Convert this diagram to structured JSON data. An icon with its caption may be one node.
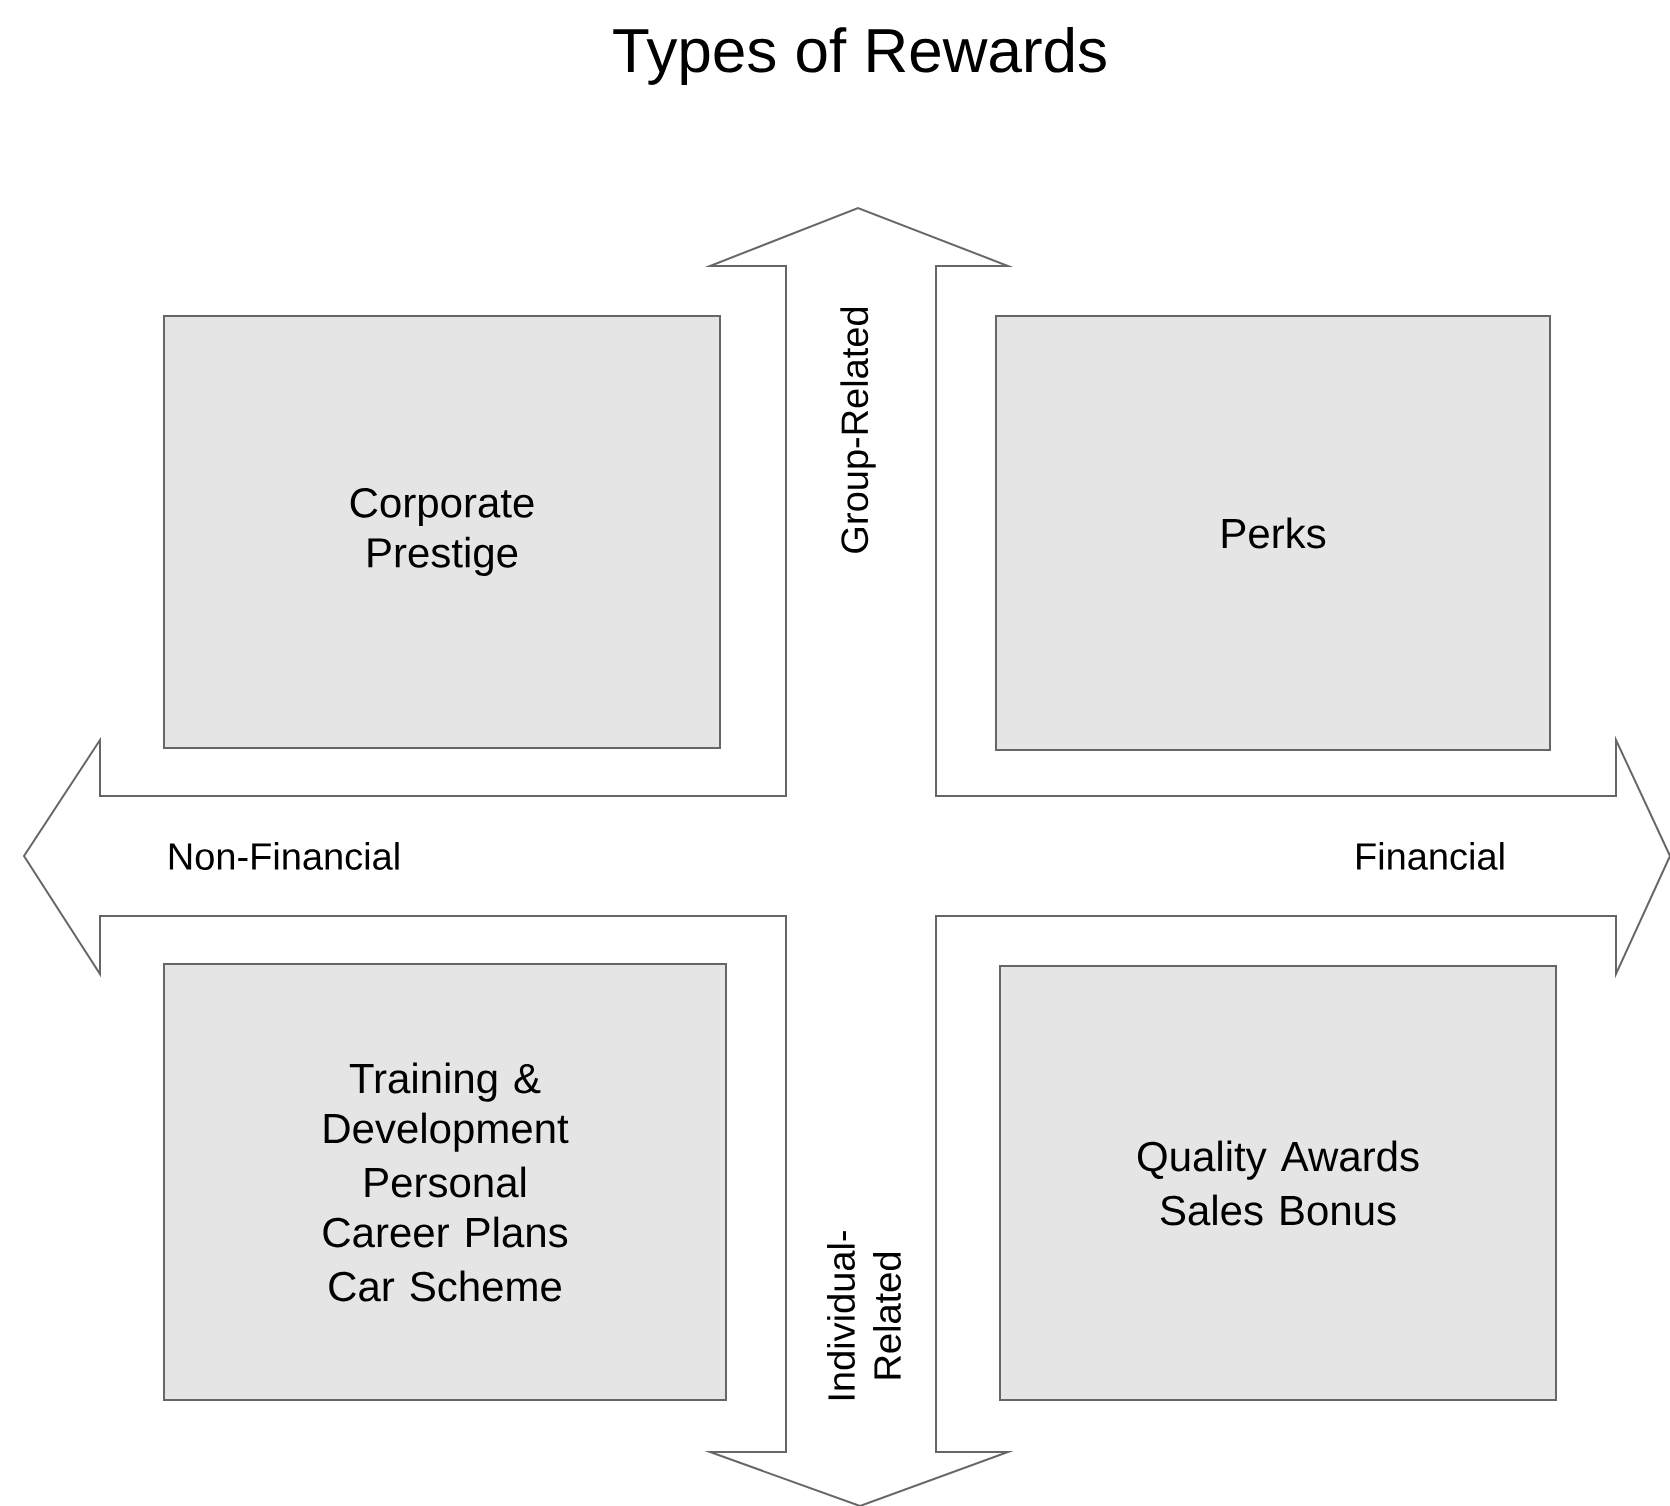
{
  "diagram": {
    "title": "Types of Rewards",
    "nodes": [
      {
        "text": [
          "Corporate Prestige"
        ]
      },
      {
        "text": [
          "Perks"
        ]
      },
      {
        "text": [
          "Training & Development",
          "Personal Career Plans",
          "Car Scheme"
        ]
      },
      {
        "text": [
          "Quality Awards",
          "Sales Bonus"
        ]
      }
    ],
    "labels": [
      "Group-Related",
      "Non-Financial",
      "Financial",
      "Individual-Related"
    ]
  }
}
